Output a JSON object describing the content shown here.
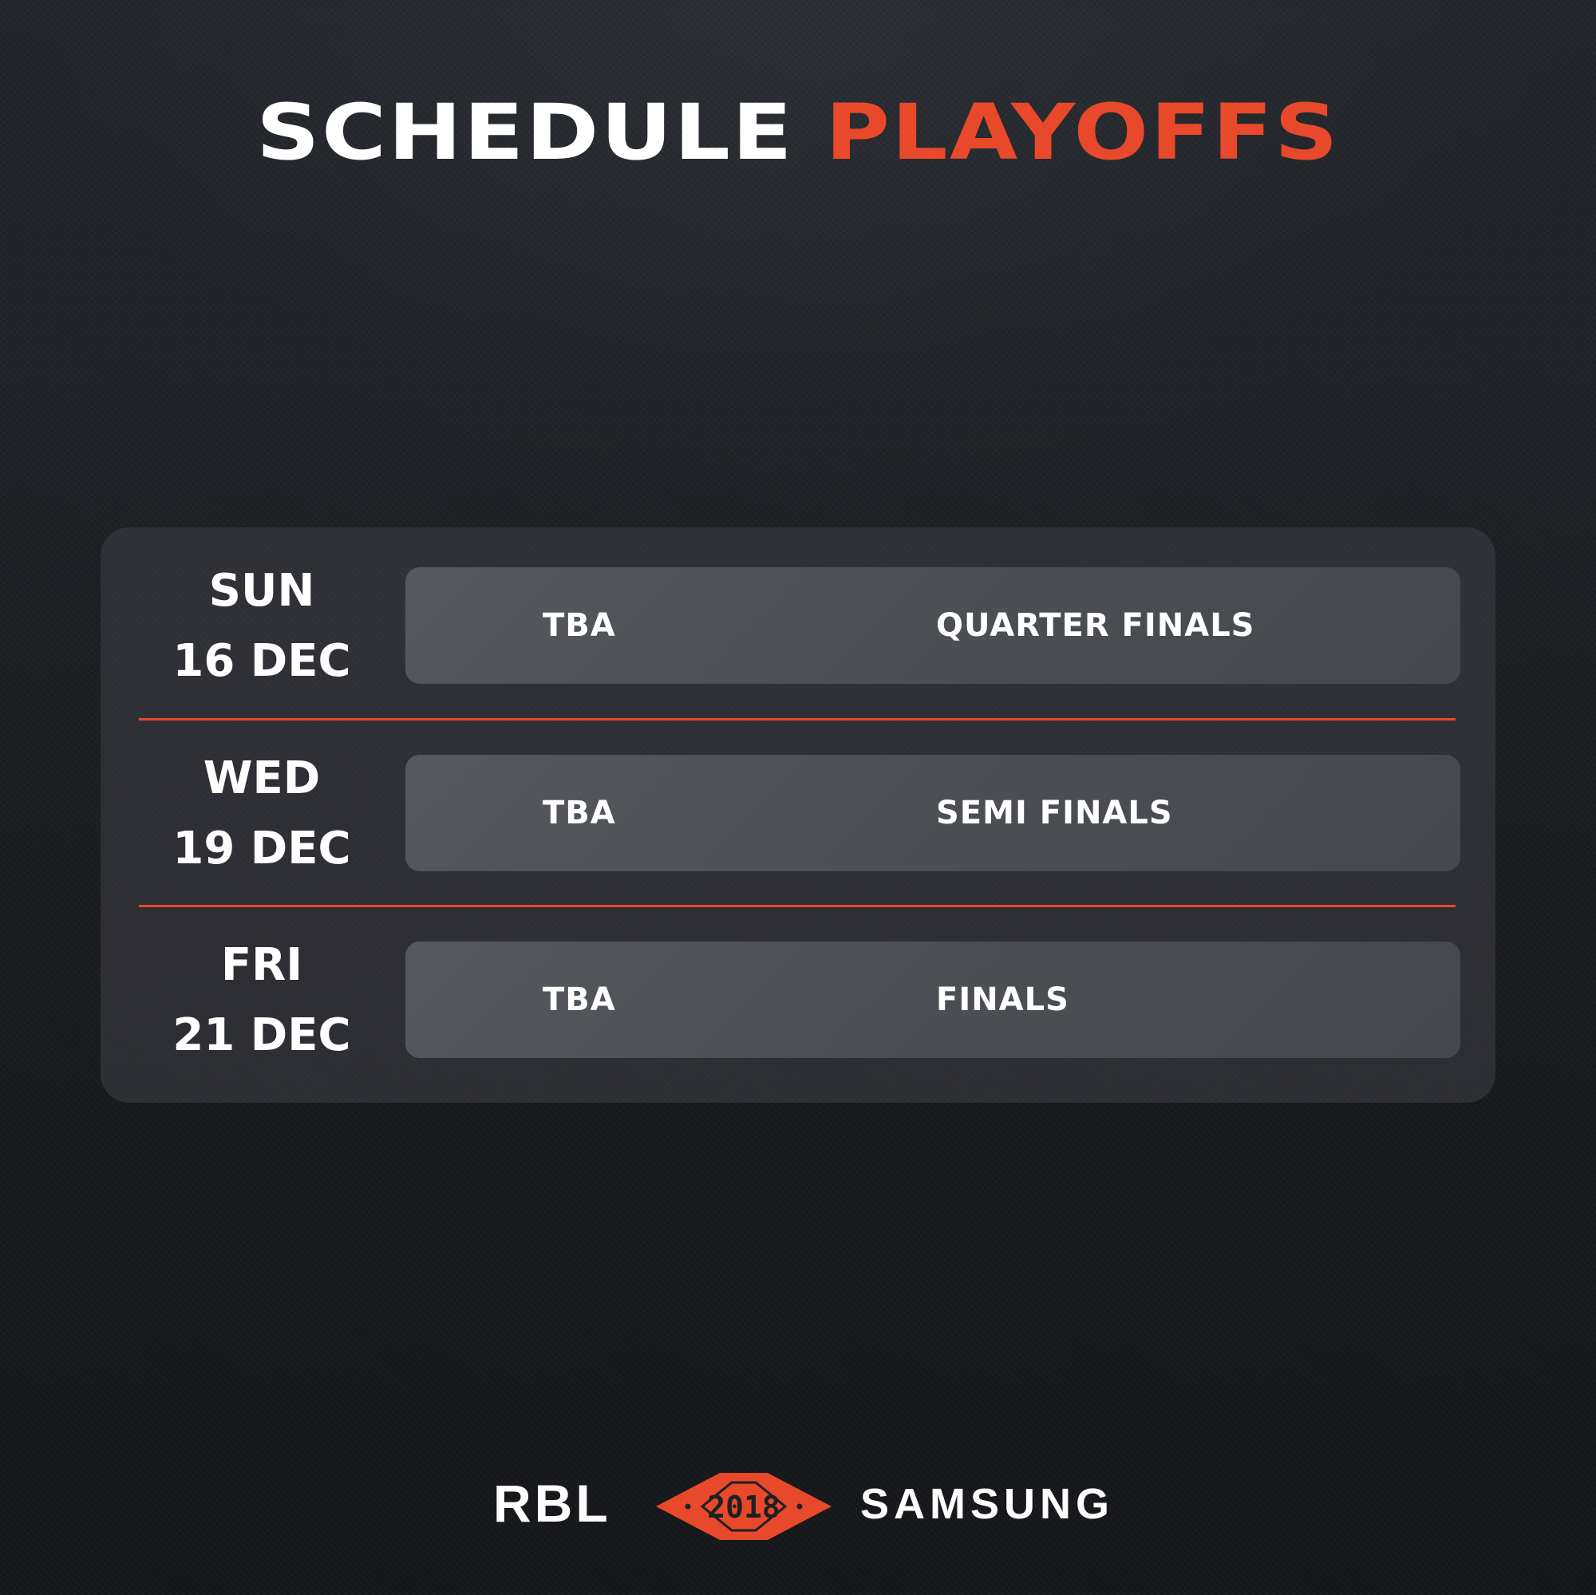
{
  "header": {
    "title_white": "SCHEDULE",
    "title_accent": "PLAYOFFS"
  },
  "schedule": [
    {
      "day": "SUN",
      "date": "16 DEC",
      "time": "TBA",
      "stage": "QUARTER FINALS"
    },
    {
      "day": "WED",
      "date": "19 DEC",
      "time": "TBA",
      "stage": "SEMI FINALS"
    },
    {
      "day": "FRI",
      "date": "21 DEC",
      "time": "TBA",
      "stage": "FINALS"
    }
  ],
  "footer": {
    "left_logo": "RBL",
    "badge_year": "2018",
    "right_logo": "SAMSUNG"
  },
  "colors": {
    "accent": "#e8492a",
    "text": "#ffffff",
    "card": "#4a4d52",
    "background": "#1d2024"
  }
}
